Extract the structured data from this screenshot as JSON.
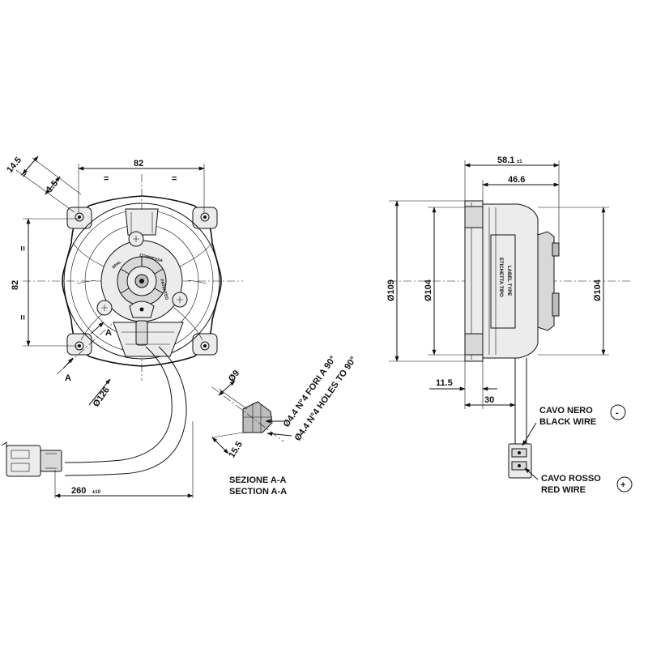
{
  "front_view": {
    "dim_width": "82",
    "dim_height": "82",
    "dim_eq_top": "=",
    "dim_eq_top2": "=",
    "dim_eq_left": "=",
    "dim_eq_left2": "=",
    "dim_ear": "14.5",
    "dim_ear_small": "1.5",
    "section_marker": "A",
    "section_marker_lower": "A",
    "dim_diameter": "Ø126",
    "dim_cable": "260",
    "dim_cable_tol": "±10",
    "hub_stamp_brand": "SPAL",
    "hub_stamp_patented": "PATENTED",
    "hub_stamp_code": "COMMESSA"
  },
  "section_view": {
    "dim_diameter": "Ø9",
    "dim_depth": "15.5",
    "holes_it": "Ø4.4 N°4 FORI A 90°",
    "holes_en": "Ø4.4 N°4 HOLES TO 90°",
    "title_it": "SEZIONE A-A",
    "title_en": "SECTION A-A"
  },
  "side_view": {
    "dim_total": "58.1",
    "dim_total_tol": "±1",
    "dim_body": "46.6",
    "dim_outer_diam": "Ø109",
    "dim_inner_diam": "Ø104",
    "dim_right_diam": "Ø104",
    "dim_flange": "11.5",
    "dim_bottom": "30",
    "label_it": "ETICHETTA TIPO",
    "label_en": "LABEL TYPE"
  },
  "wiring": {
    "black_it": "CAVO NERO",
    "black_en": "BLACK WIRE",
    "black_symbol": "-",
    "red_it": "CAVO ROSSO",
    "red_en": "RED WIRE",
    "red_symbol": "+"
  }
}
